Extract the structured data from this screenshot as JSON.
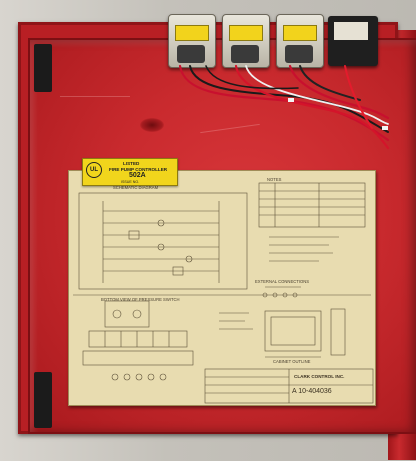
{
  "scene": {
    "description_kind": "photo",
    "colors": {
      "enclosure": "#c92a2e",
      "label": "#f1d51c",
      "diagram_paper": "#e8dcb0"
    }
  },
  "label": {
    "logo": "UL",
    "line1": "LISTED",
    "line2": "FIRE PUMP CONTROLLER",
    "line3": "502A",
    "line4": "ISSUE NO."
  },
  "diagram": {
    "section_top": "SCHEMATIC DIAGRAM",
    "section_mid_left": "BOTTOM VIEW OF PRESSURE SWITCH",
    "section_mid_center": "EXTERNAL CONNECTIONS",
    "section_right": "CABINET OUTLINE",
    "table_title": "NOTES",
    "company": "CLARK CONTROL INC.",
    "drawing_number": "A 10-404036"
  }
}
